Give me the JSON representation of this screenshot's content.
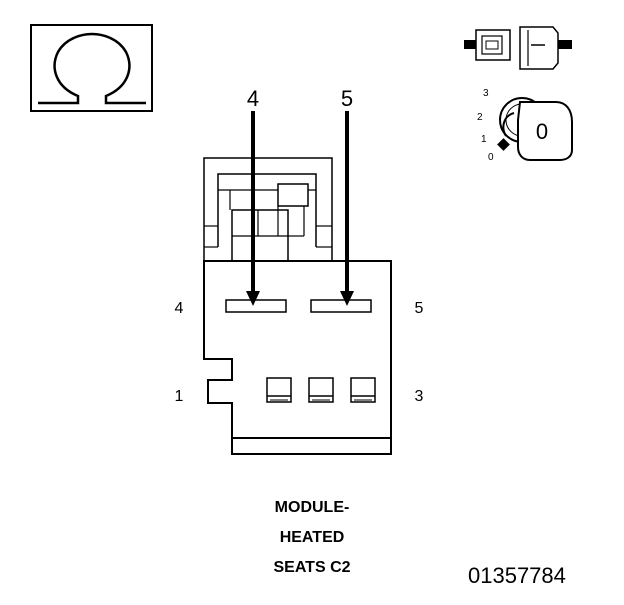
{
  "symbol": {
    "icon": "ohm-icon",
    "glyph": "Ω"
  },
  "arrow_labels": {
    "left": "4",
    "right": "5"
  },
  "pin_labels": {
    "top_left": "4",
    "top_right": "5",
    "bottom_left": "1",
    "bottom_right": "3"
  },
  "key_switch": {
    "positions": [
      "3",
      "2",
      "1",
      "0"
    ],
    "key_label": "0"
  },
  "caption": {
    "line1": "MODULE-",
    "line2": "HEATED",
    "line3": "SEATS C2"
  },
  "figure_id": "01357784"
}
